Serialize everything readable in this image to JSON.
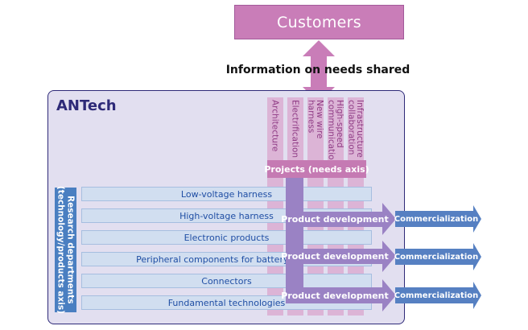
{
  "customers": {
    "label": "Customers"
  },
  "info_shared": "Information on needs shared",
  "company": {
    "name": "ANTech"
  },
  "project_columns": [
    {
      "label": "Architecture"
    },
    {
      "label": "Electrification"
    },
    {
      "label": "New wire\nharness"
    },
    {
      "label": "High-speed\ncommunication"
    },
    {
      "label": "Infrastructure\ncollaboration"
    }
  ],
  "projects_axis_label": "Projects (needs axis)",
  "research": {
    "label": "Research departments\n(technology/products axis)",
    "departments": [
      "Low-voltage harness",
      "High-voltage harness",
      "Electronic products",
      "Peripheral components for battery packs",
      "Connectors",
      "Fundamental technologies"
    ]
  },
  "product_development": [
    "Product development",
    "Product development",
    "Product development"
  ],
  "commercialization": [
    "Commercialization",
    "Commercialization",
    "Commercialization"
  ],
  "colors": {
    "customers": "#c97db8",
    "company_bg": "#e2dff0",
    "company_border": "#2e2a78",
    "project_column": "#dcb4d6",
    "projects_bar": "#c57ab3",
    "department_bg": "#d1def0",
    "research_bar": "#4a7fc1",
    "product_dev_arrow": "#9a82c4",
    "commercialization_arrow": "#5680c2"
  }
}
